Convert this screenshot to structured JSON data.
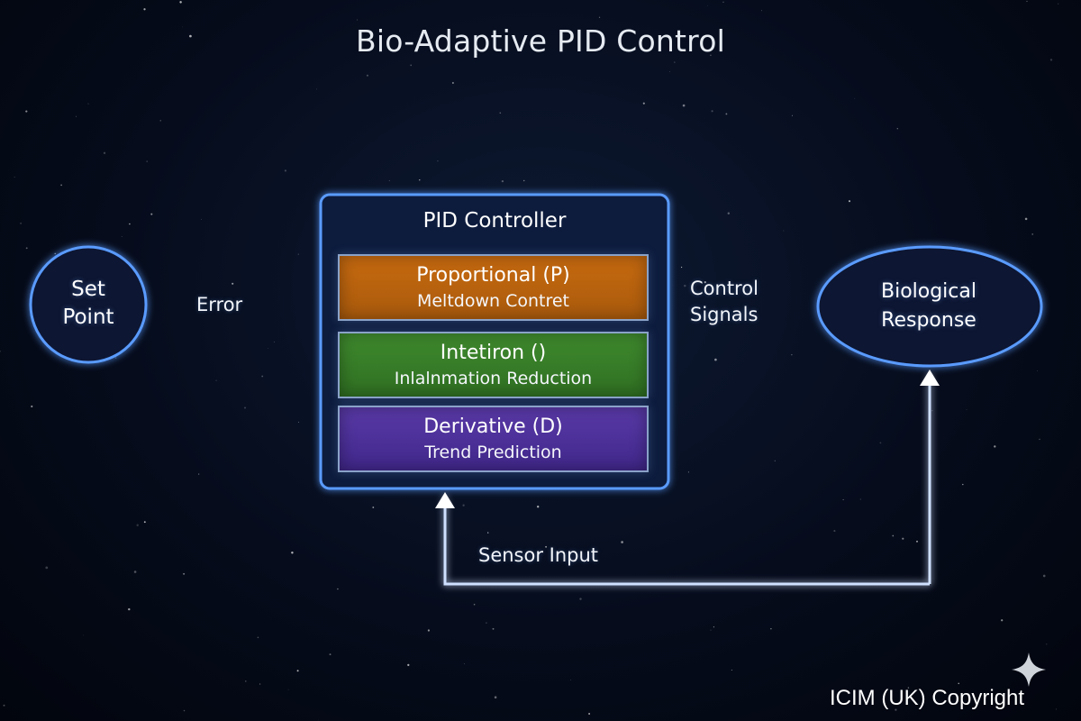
{
  "title": "Bio-Adaptive PID Control",
  "nodes": {
    "set_point": {
      "lines": [
        "Set",
        "Point"
      ]
    },
    "controller": {
      "title": "PID Controller",
      "bands": [
        {
          "name": "Proportional (P)",
          "desc": "Meltdown Contret",
          "color": "#c76a10"
        },
        {
          "name": "Intetiron ()",
          "desc": "Inlalnmation Reduction",
          "color": "#3f8a2e"
        },
        {
          "name": "Derivative (D)",
          "desc": "Trend Prediction",
          "color": "#5a3aa8"
        }
      ]
    },
    "biological_response": {
      "lines": [
        "Biological",
        "Response"
      ]
    }
  },
  "edges": {
    "error": "Error",
    "control_signals": [
      "Control",
      "Signals"
    ],
    "sensor_input": "Sensor Input"
  },
  "footer": {
    "copyright": "ICIM (UK) Copyright",
    "icon": "sparkle-icon"
  },
  "colors": {
    "glow": "#4f8dff",
    "line": "#cfe0ff",
    "background": "#060c1c"
  }
}
